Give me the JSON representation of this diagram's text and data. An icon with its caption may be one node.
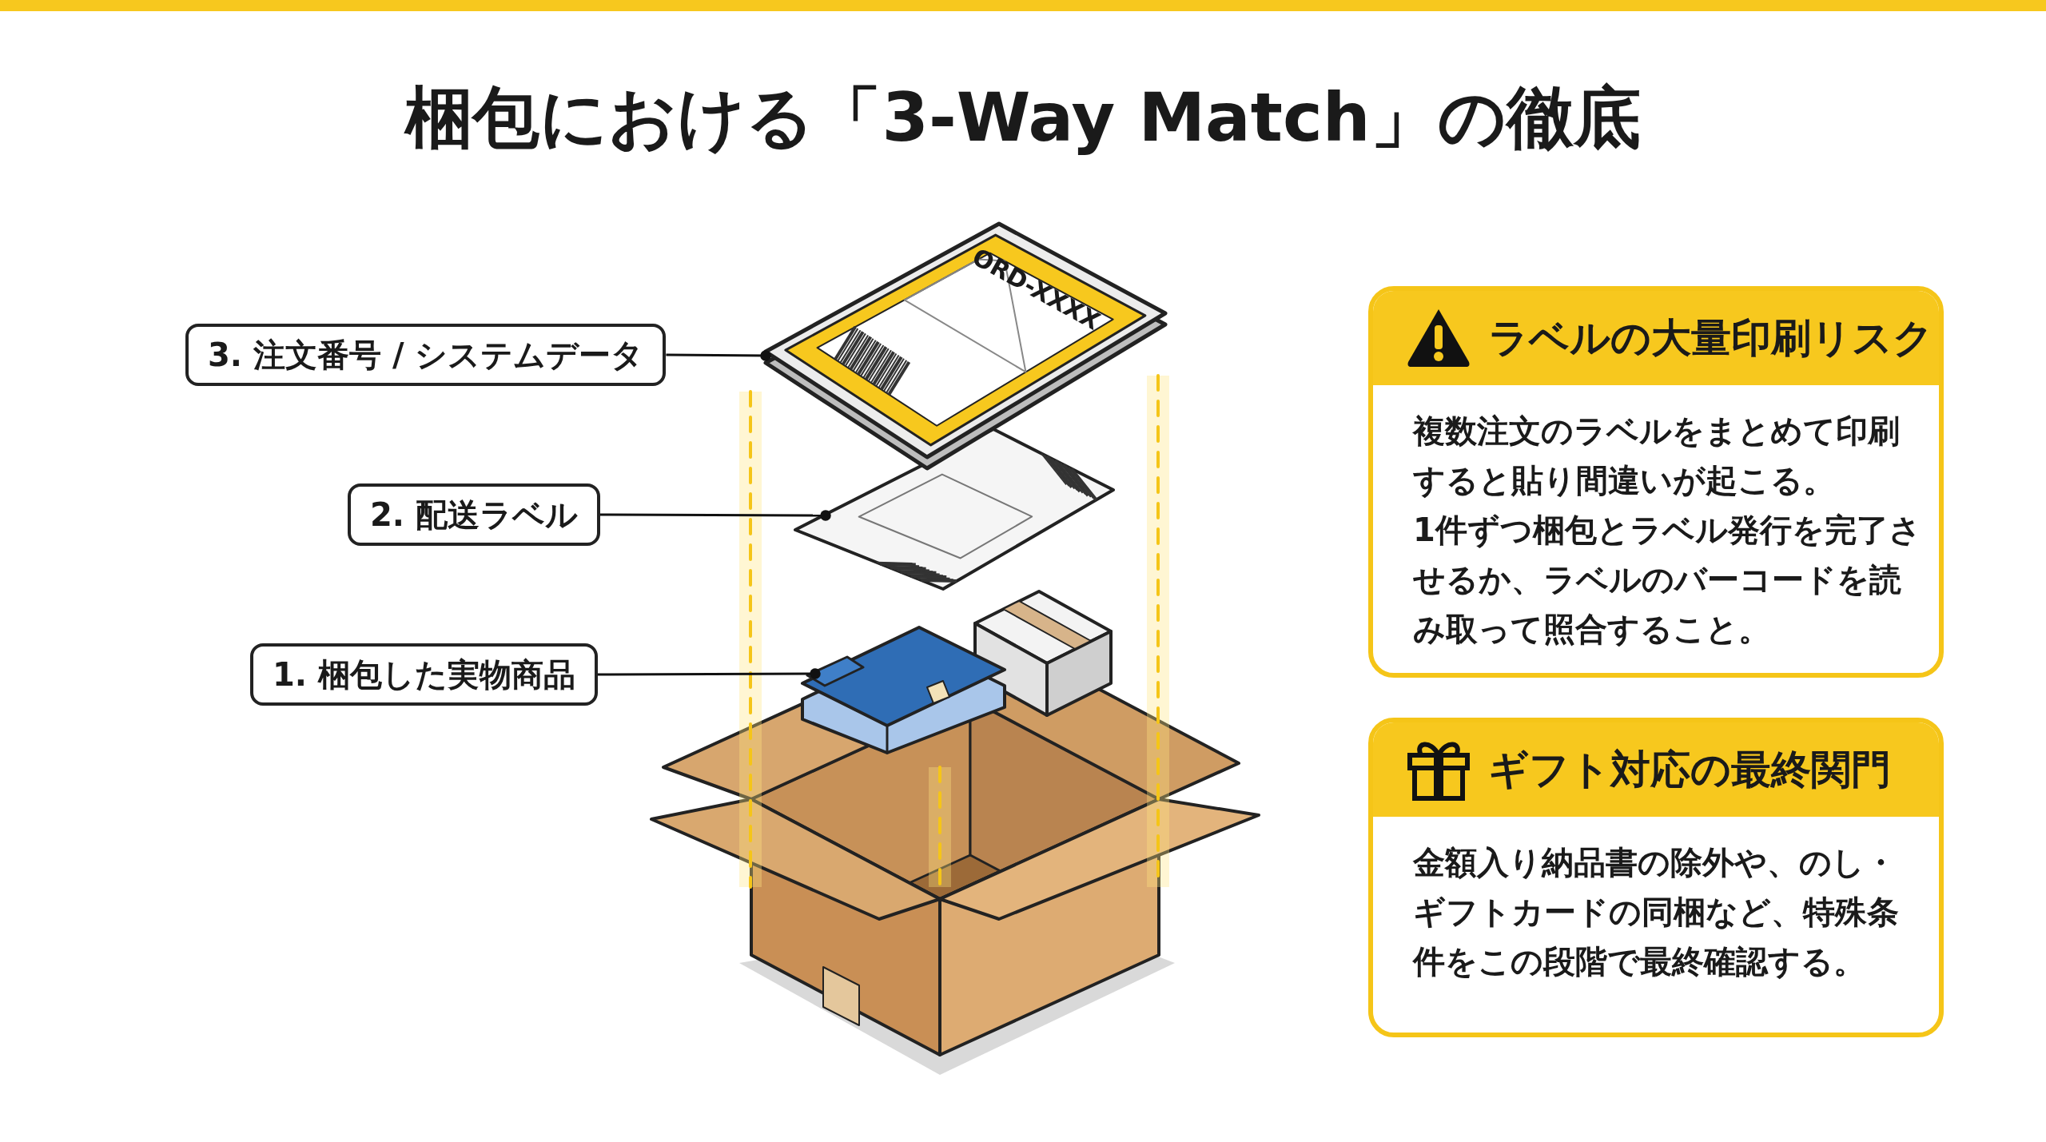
{
  "diagram": {
    "title": "梱包における「3-Way Match」の徹底",
    "nodes": [
      {
        "text": [
          "3. 注文番号 / システムデータ"
        ]
      },
      {
        "text": [],
        "shape": "picture"
      },
      {
        "text": [
          "2. 配送ラベル"
        ]
      },
      {
        "text": [],
        "shape": "picture"
      },
      {
        "text": [
          "1. 梱包した実物商品"
        ]
      },
      {
        "text": [],
        "shape": "picture"
      },
      {
        "text": [
          "ラベルの大量印刷リスク",
          "複数注文のラベルをまとめて印刷すると貼り間違いが起こる。",
          "1件ずつ梱包とラベル発行を完了させるか、ラベルのバーコードを読み取って照合すること。"
        ]
      },
      {
        "text": [
          "ギフト対応の最終関門",
          "金額入り納品書の除外や、のし・ギフトカードの同梱など、特殊条件をこの段階で最終確認する。"
        ]
      },
      {
        "text": [],
        "shape": "bar"
      }
    ],
    "edges": [
      {
        "from": 0,
        "to": 1,
        "arrow": "other"
      },
      {
        "from": 2,
        "to": 3,
        "arrow": "other"
      },
      {
        "from": 4,
        "to": 5,
        "arrow": "other"
      }
    ],
    "labels": [
      "ORD-XXXX"
    ]
  }
}
